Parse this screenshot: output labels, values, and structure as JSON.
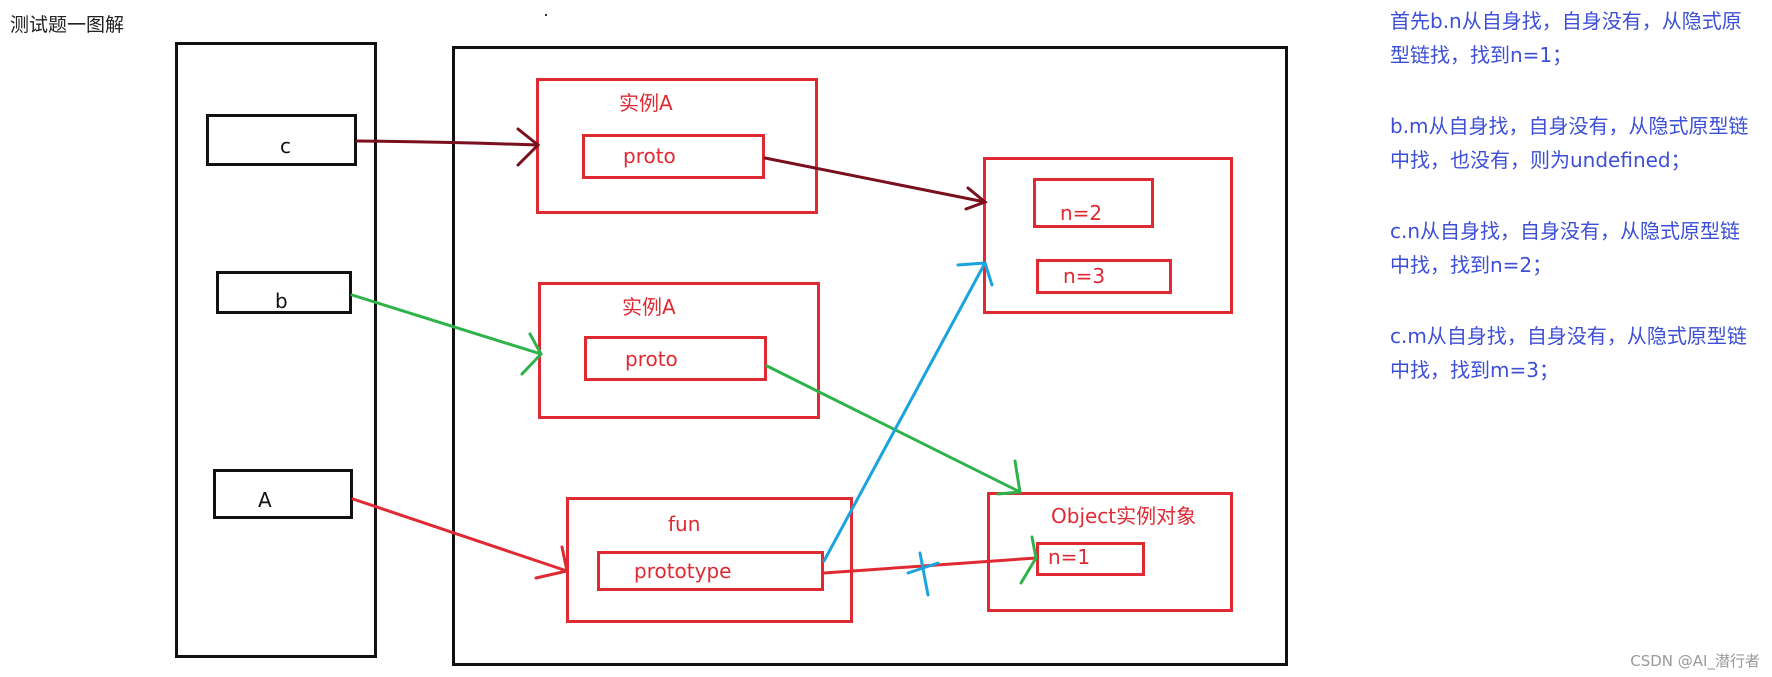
{
  "title": "测试题一图解",
  "variables": {
    "c": "c",
    "b": "b",
    "A": "A"
  },
  "instance_c": {
    "title": "实例A",
    "proto": "proto"
  },
  "instance_b": {
    "title": "实例A",
    "proto": "proto"
  },
  "fun": {
    "title": "fun",
    "prototype": "prototype"
  },
  "new_proto": {
    "n2": "n=2",
    "n3": "n=3"
  },
  "object_instance": {
    "title": "Object实例对象",
    "n1": "n=1"
  },
  "notes": [
    "首先b.n从自身找，自身没有，从隐式原型链找，找到n=1；",
    "b.m从自身找，自身没有，从隐式原型链中找，也没有，则为undefined；",
    "c.n从自身找，自身没有，从隐式原型链中找，找到n=2；",
    "c.m从自身找，自身没有，从隐式原型链中找，找到m=3；"
  ],
  "watermark": "CSDN @AI_潜行者",
  "colors": {
    "red": "#e02a33",
    "dark_red": "#7a0f1e",
    "green": "#2eb34a",
    "blue": "#1aa3de",
    "note_blue": "#3c4fd6"
  }
}
